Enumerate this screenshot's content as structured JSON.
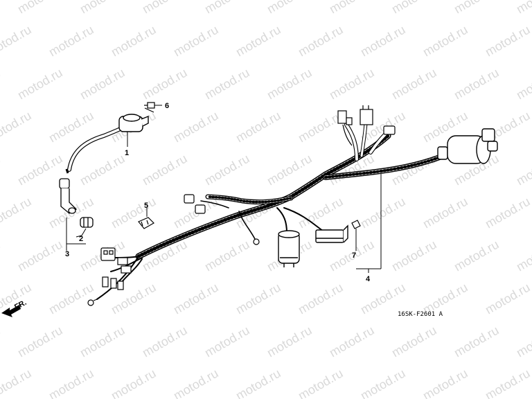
{
  "watermark": "motod.ru",
  "diagram_code": "16SK-F2601 A",
  "direction_label": "FR.",
  "callouts": {
    "c1": "1",
    "c2": "2",
    "c3": "3",
    "c4": "4",
    "c5": "5",
    "c6": "6",
    "c7": "7"
  },
  "colors": {
    "line": "#000000",
    "watermark": "#d9d9d9"
  }
}
